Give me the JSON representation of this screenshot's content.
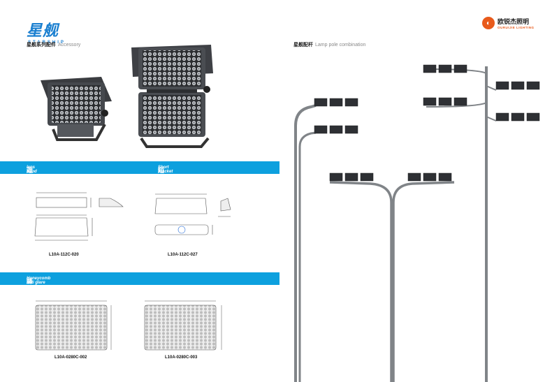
{
  "left_page": {
    "logo_main": "星舰",
    "logo_sub": "STARSHIP",
    "subtitle_cn": "星舰系列配件",
    "subtitle_en": "Accessory",
    "sections": [
      {
        "cn": "遮光罩",
        "en": "lens hood"
      },
      {
        "cn": "短支架",
        "en": "Short bracket"
      },
      {
        "cn": "蜂窝防眩网",
        "en": "Honeycomb anti glare mesh"
      }
    ],
    "codes": [
      "L10A-112C-020",
      "L10A-112C-027",
      "L10A-0280C-002",
      "L10A-0280C-003"
    ]
  },
  "right_page": {
    "brand_cn": "欧锐杰照明",
    "brand_en": "OURUIJIE LIGHTING",
    "subtitle_cn": "星舰配杆",
    "subtitle_en": "Lamp pole combination"
  },
  "colors": {
    "accent": "#0da0de",
    "brand": "#e85a1b"
  }
}
